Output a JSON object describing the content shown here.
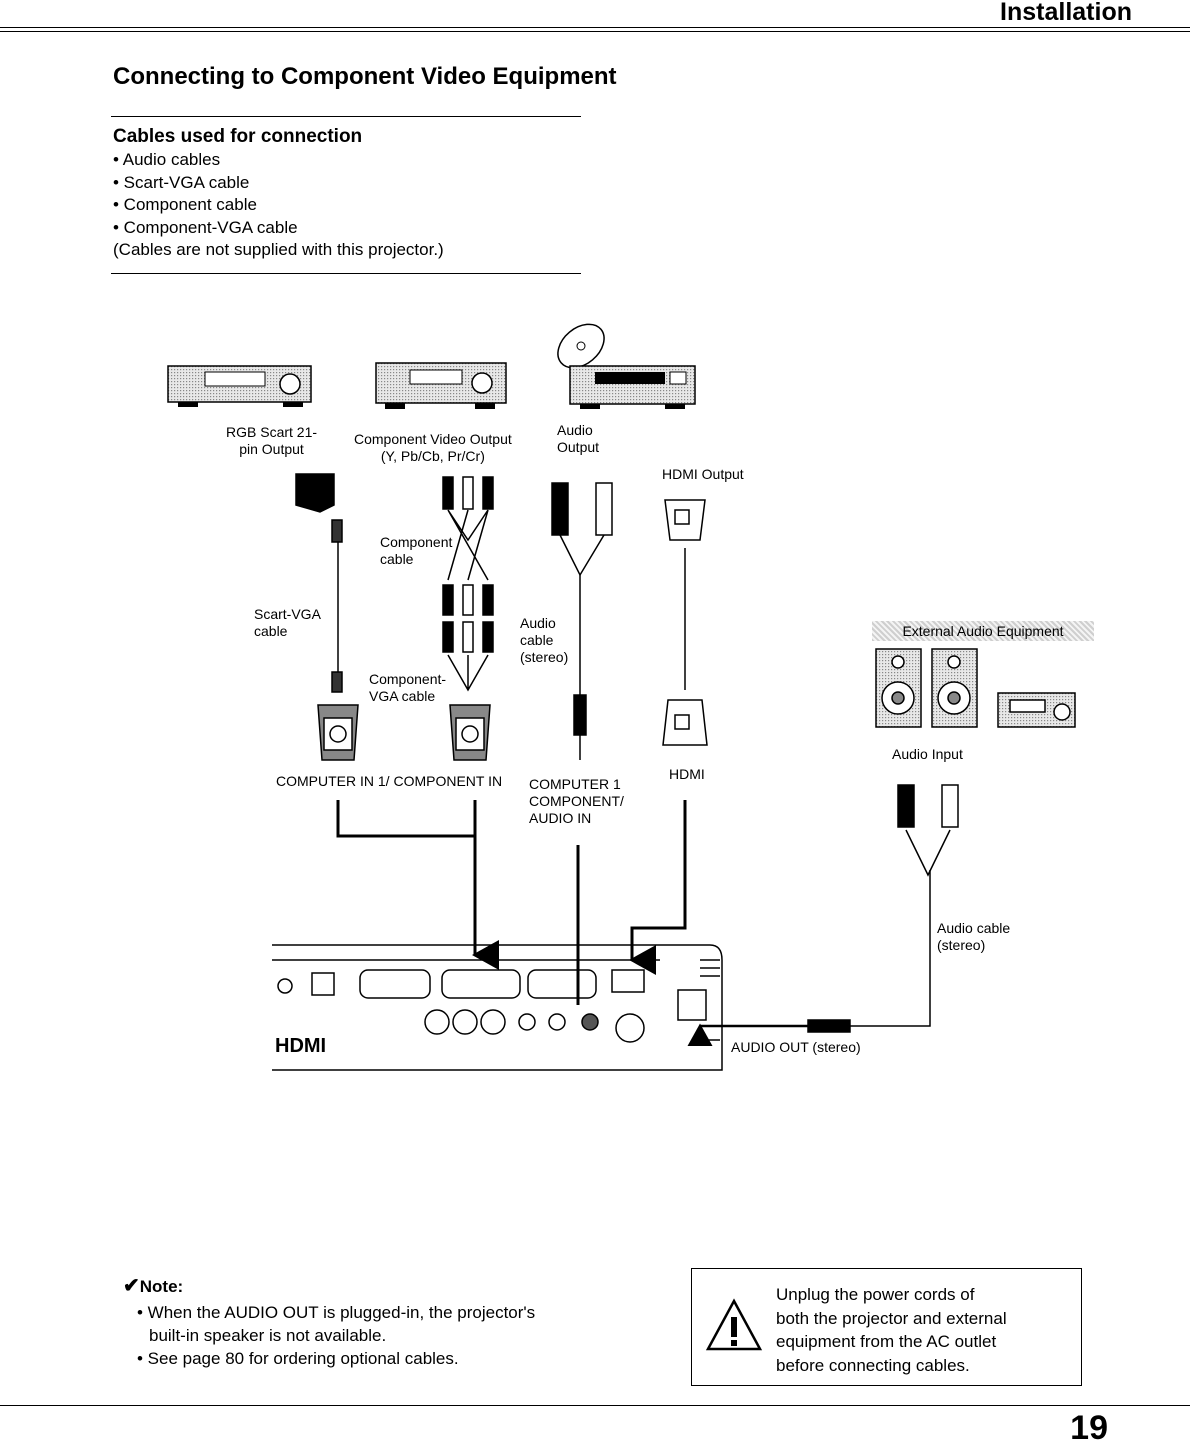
{
  "header": {
    "section": "Installation"
  },
  "title": "Connecting to Component Video Equipment",
  "cables": {
    "heading": "Cables used for connection",
    "items": [
      "• Audio cables",
      "• Scart-VGA cable",
      "• Component cable",
      "• Component-VGA cable"
    ],
    "note": "(Cables are not supplied with this projector.)"
  },
  "diagram": {
    "rgb_scart": [
      "RGB Scart 21-",
      "pin Output"
    ],
    "component_out": [
      "Component Video Output",
      "(Y, Pb/Cb, Pr/Cr)"
    ],
    "audio_out": [
      "Audio",
      "Output"
    ],
    "hdmi_out": "HDMI Output",
    "component_cable": [
      "Component",
      "cable"
    ],
    "scart_vga_cable": [
      "Scart-VGA",
      "cable"
    ],
    "audio_cable": [
      "Audio",
      "cable",
      "(stereo)"
    ],
    "component_vga_cable": [
      "Component-",
      "VGA cable"
    ],
    "computer_in": "COMPUTER IN 1/ COMPONENT IN",
    "computer_audio_in": [
      "COMPUTER 1",
      "COMPONENT/",
      "AUDIO IN"
    ],
    "hdmi": "HDMI",
    "external_audio": "External Audio Equipment",
    "audio_input": "Audio Input",
    "audio_cable_right": [
      "Audio cable",
      "(stereo)"
    ],
    "audio_out_stereo": "AUDIO OUT (stereo)",
    "hdmi_logo": "HDMI"
  },
  "note": {
    "heading": "Note:",
    "items": [
      "• When the AUDIO OUT is plugged-in, the projector's",
      "built-in speaker is not available.",
      "• See page 80 for ordering optional cables."
    ]
  },
  "caution": {
    "lines": [
      "Unplug the power cords of",
      "both the projector and external",
      "equipment from the AC outlet",
      "before connecting cables."
    ]
  },
  "page_number": "19",
  "icons": [
    "warning-triangle-icon",
    "checkmark-icon",
    "disc-icon"
  ]
}
